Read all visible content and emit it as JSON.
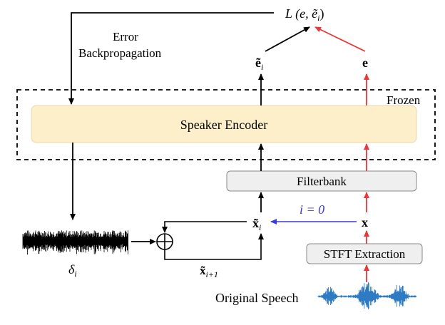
{
  "labels": {
    "loss": "L (e, ẽ",
    "loss_sub": "i",
    "loss_close": ")",
    "error": "Error",
    "backprop": "Backpropagation",
    "e_tilde": "ẽ",
    "e_tilde_sub": "i",
    "e": "e",
    "frozen": "Frozen",
    "speaker_encoder": "Speaker Encoder",
    "filterbank": "Filterbank",
    "i_eq_0": "i = 0",
    "x_tilde": "x̃",
    "x_tilde_sub": "i",
    "x": "x",
    "delta": "δ",
    "delta_sub": "i",
    "x_tilde_next": "x̃",
    "x_tilde_next_sub": "i+1",
    "stft": "STFT Extraction",
    "original_speech": "Original Speech"
  },
  "colors": {
    "black_path": "#000000",
    "red_path": "#e8393a",
    "blue_path": "#3b3bdc",
    "encoder_fill": "#fcefc9",
    "box_fill": "#efefef",
    "wave_blue": "#2e7bc4"
  }
}
